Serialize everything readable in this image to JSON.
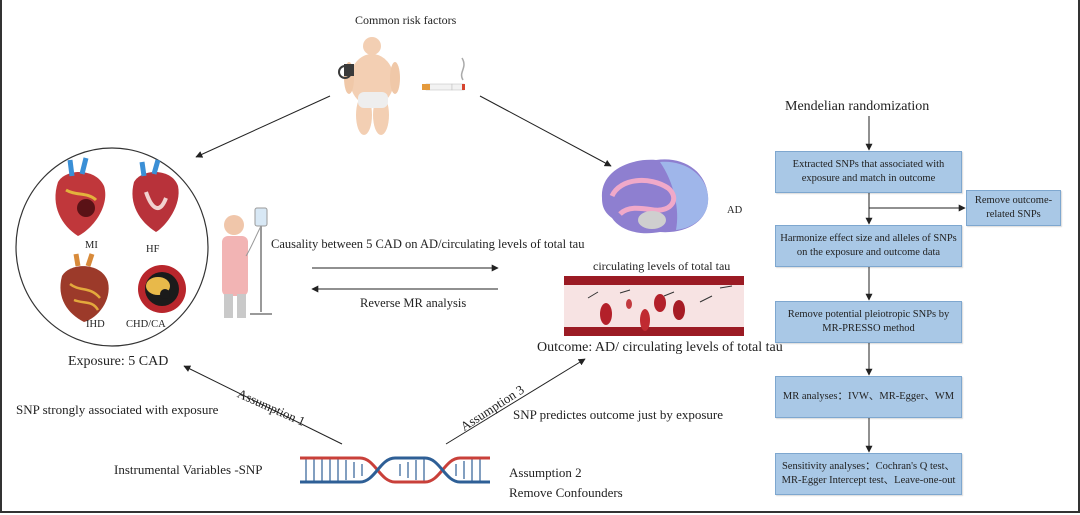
{
  "risk": {
    "title": "Common risk factors"
  },
  "exposure": {
    "label": "Exposure: 5 CAD",
    "mi": "MI",
    "hf": "HF",
    "ihd": "IHD",
    "chd": "CHD/CA"
  },
  "arrows": {
    "causality": "Causality between 5 CAD on AD/circulating levels of total tau",
    "reverse": "Reverse MR analysis"
  },
  "outcome": {
    "ad": "AD",
    "tau": "circulating levels of total tau",
    "label": "Outcome: AD/ circulating levels of total tau"
  },
  "assumptions": {
    "a1": "Assumption 1",
    "a1_text": "SNP strongly associated  with exposure",
    "a3": "Assumption 3",
    "a3_text": "SNP predictes  outcome just by exposure",
    "a2": "Assumption 2",
    "a2_text": "Remove Confounders",
    "iv": "Instrumental Variables -SNP"
  },
  "mr": {
    "title": "Mendelian randomization",
    "step1": "Extracted SNPs that associated with exposure and match in outcome",
    "side": "Remove outcome-related SNPs",
    "step2": "Harmonize effect size and alleles of SNPs on the exposure and outcome data",
    "step3": "Remove potential  pleiotropic SNPs by MR-PRESSO method",
    "step4": "MR analyses：IVW、MR-Egger、WM",
    "step5": "Sensitivity analyses：Cochran's Q test、MR-Egger Intercept test、Leave-one-out"
  },
  "colors": {
    "box_fill": "#a9c8e6",
    "vessel": "#9b1b24",
    "dna_red": "#c9403a",
    "dna_blue": "#2e5f96"
  }
}
